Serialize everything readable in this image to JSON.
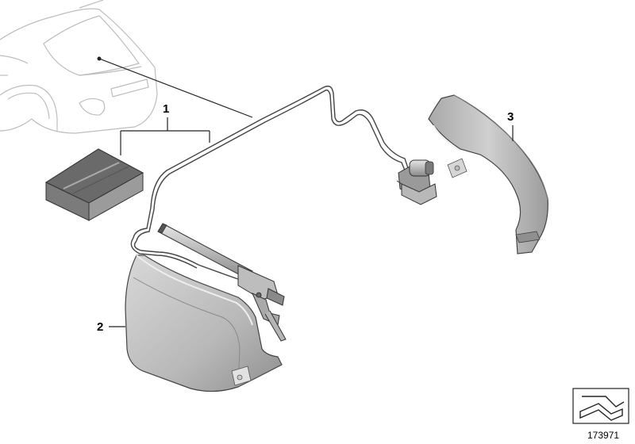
{
  "callouts": [
    {
      "id": "part-1",
      "label": "1"
    },
    {
      "id": "part-2",
      "label": "2"
    },
    {
      "id": "part-3",
      "label": "3"
    }
  ],
  "diagram_number": "173971",
  "icons": [
    "vehicle-outline-icon",
    "sensor-box-icon",
    "trunk-lid-drive-icon",
    "trunk-trim-left-icon",
    "trunk-trim-right-icon",
    "pump-unit-icon",
    "view-orientation-icon"
  ],
  "colors": {
    "line": "#222222",
    "part_fill": "#c9c9c9",
    "part_shade": "#9a9a9a",
    "outline": "#bdbdbd"
  }
}
